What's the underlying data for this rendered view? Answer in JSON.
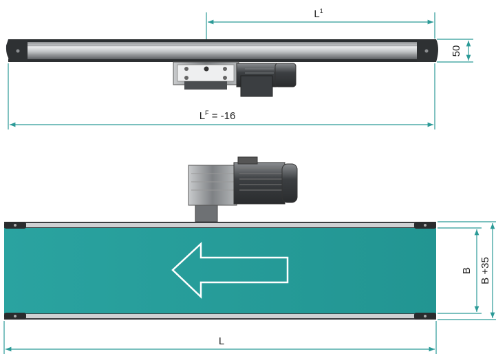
{
  "colors": {
    "belt": "#2a9e9b",
    "belt_dark": "#1f8a87",
    "dimension_line": "#2b9a97",
    "frame": "#3a3d40",
    "motor": "#4a4d50",
    "text": "#222222"
  },
  "side_view": {
    "dim_l1": {
      "main": "L",
      "sup": "1"
    },
    "dim_height": "50",
    "dim_lf": {
      "main": "L",
      "sup": "F",
      "rest": " = -16"
    }
  },
  "top_view": {
    "arrow_direction": "left",
    "dim_b": "B",
    "dim_b35": "B +35",
    "dim_l": "L"
  }
}
